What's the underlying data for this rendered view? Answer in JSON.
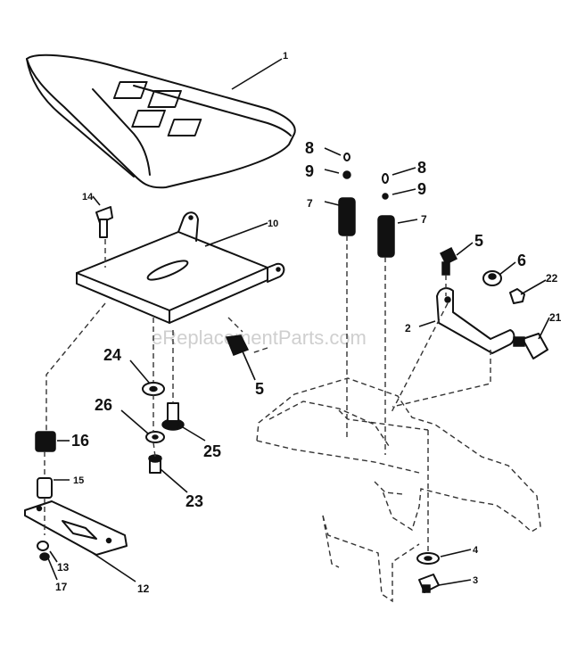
{
  "watermark": "eReplacementParts.com",
  "callouts": {
    "c1": "1",
    "c8a": "8",
    "c9a": "9",
    "c7a": "7",
    "c8b": "8",
    "c9b": "9",
    "c7b": "7",
    "c14": "14",
    "c10": "10",
    "c5a": "5",
    "c6": "6",
    "c22": "22",
    "c2": "2",
    "c21": "21",
    "c24": "24",
    "c5b": "5",
    "c26": "26",
    "c25": "25",
    "c16": "16",
    "c15": "15",
    "c23": "23",
    "c13": "13",
    "c17": "17",
    "c12": "12",
    "c4": "4",
    "c3": "3"
  }
}
